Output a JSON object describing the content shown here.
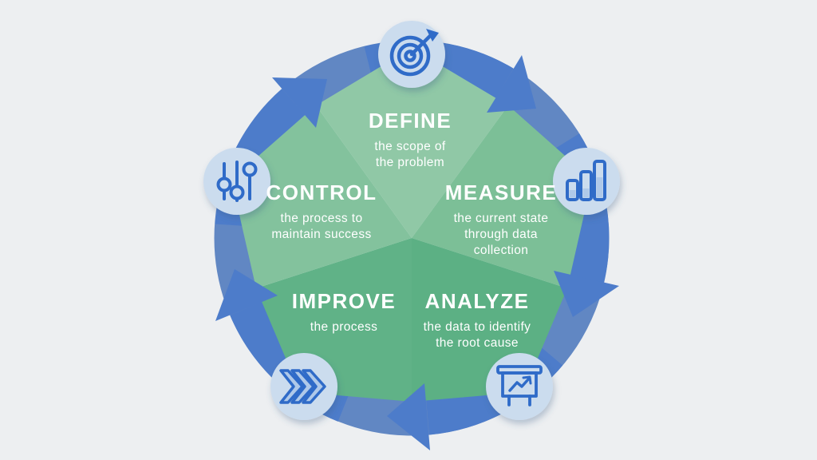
{
  "diagram": {
    "kind": "cycle",
    "direction": "clockwise",
    "step_count": 5
  },
  "colors": {
    "background": "#edeff1",
    "ring": "#6187c3",
    "arrow": "#4d7cca",
    "icon_bg": "#cbdcee",
    "icon_stroke": "#2f6bc8",
    "icon_fill_light": "#afc9e9",
    "text": "#ffffff"
  },
  "segments": [
    {
      "id": "define",
      "label": "DEFINE",
      "desc_lines": [
        "the scope of",
        "the problem"
      ],
      "icon": "target-icon",
      "color": "#90c8a6"
    },
    {
      "id": "measure",
      "label": "MEASURE",
      "desc_lines": [
        "the current state",
        "through data",
        "collection"
      ],
      "icon": "bar-chart-icon",
      "color": "#7cbf97"
    },
    {
      "id": "analyze",
      "label": "ANALYZE",
      "desc_lines": [
        "the data to identify",
        "the root cause"
      ],
      "icon": "presentation-chart-icon",
      "color": "#5cb084"
    },
    {
      "id": "improve",
      "label": "IMPROVE",
      "desc_lines": [
        "the process"
      ],
      "icon": "fast-forward-chevrons-icon",
      "color": "#60b287"
    },
    {
      "id": "control",
      "label": "CONTROL",
      "desc_lines": [
        "the process to",
        "maintain success"
      ],
      "icon": "sliders-icon",
      "color": "#83c29d"
    }
  ]
}
